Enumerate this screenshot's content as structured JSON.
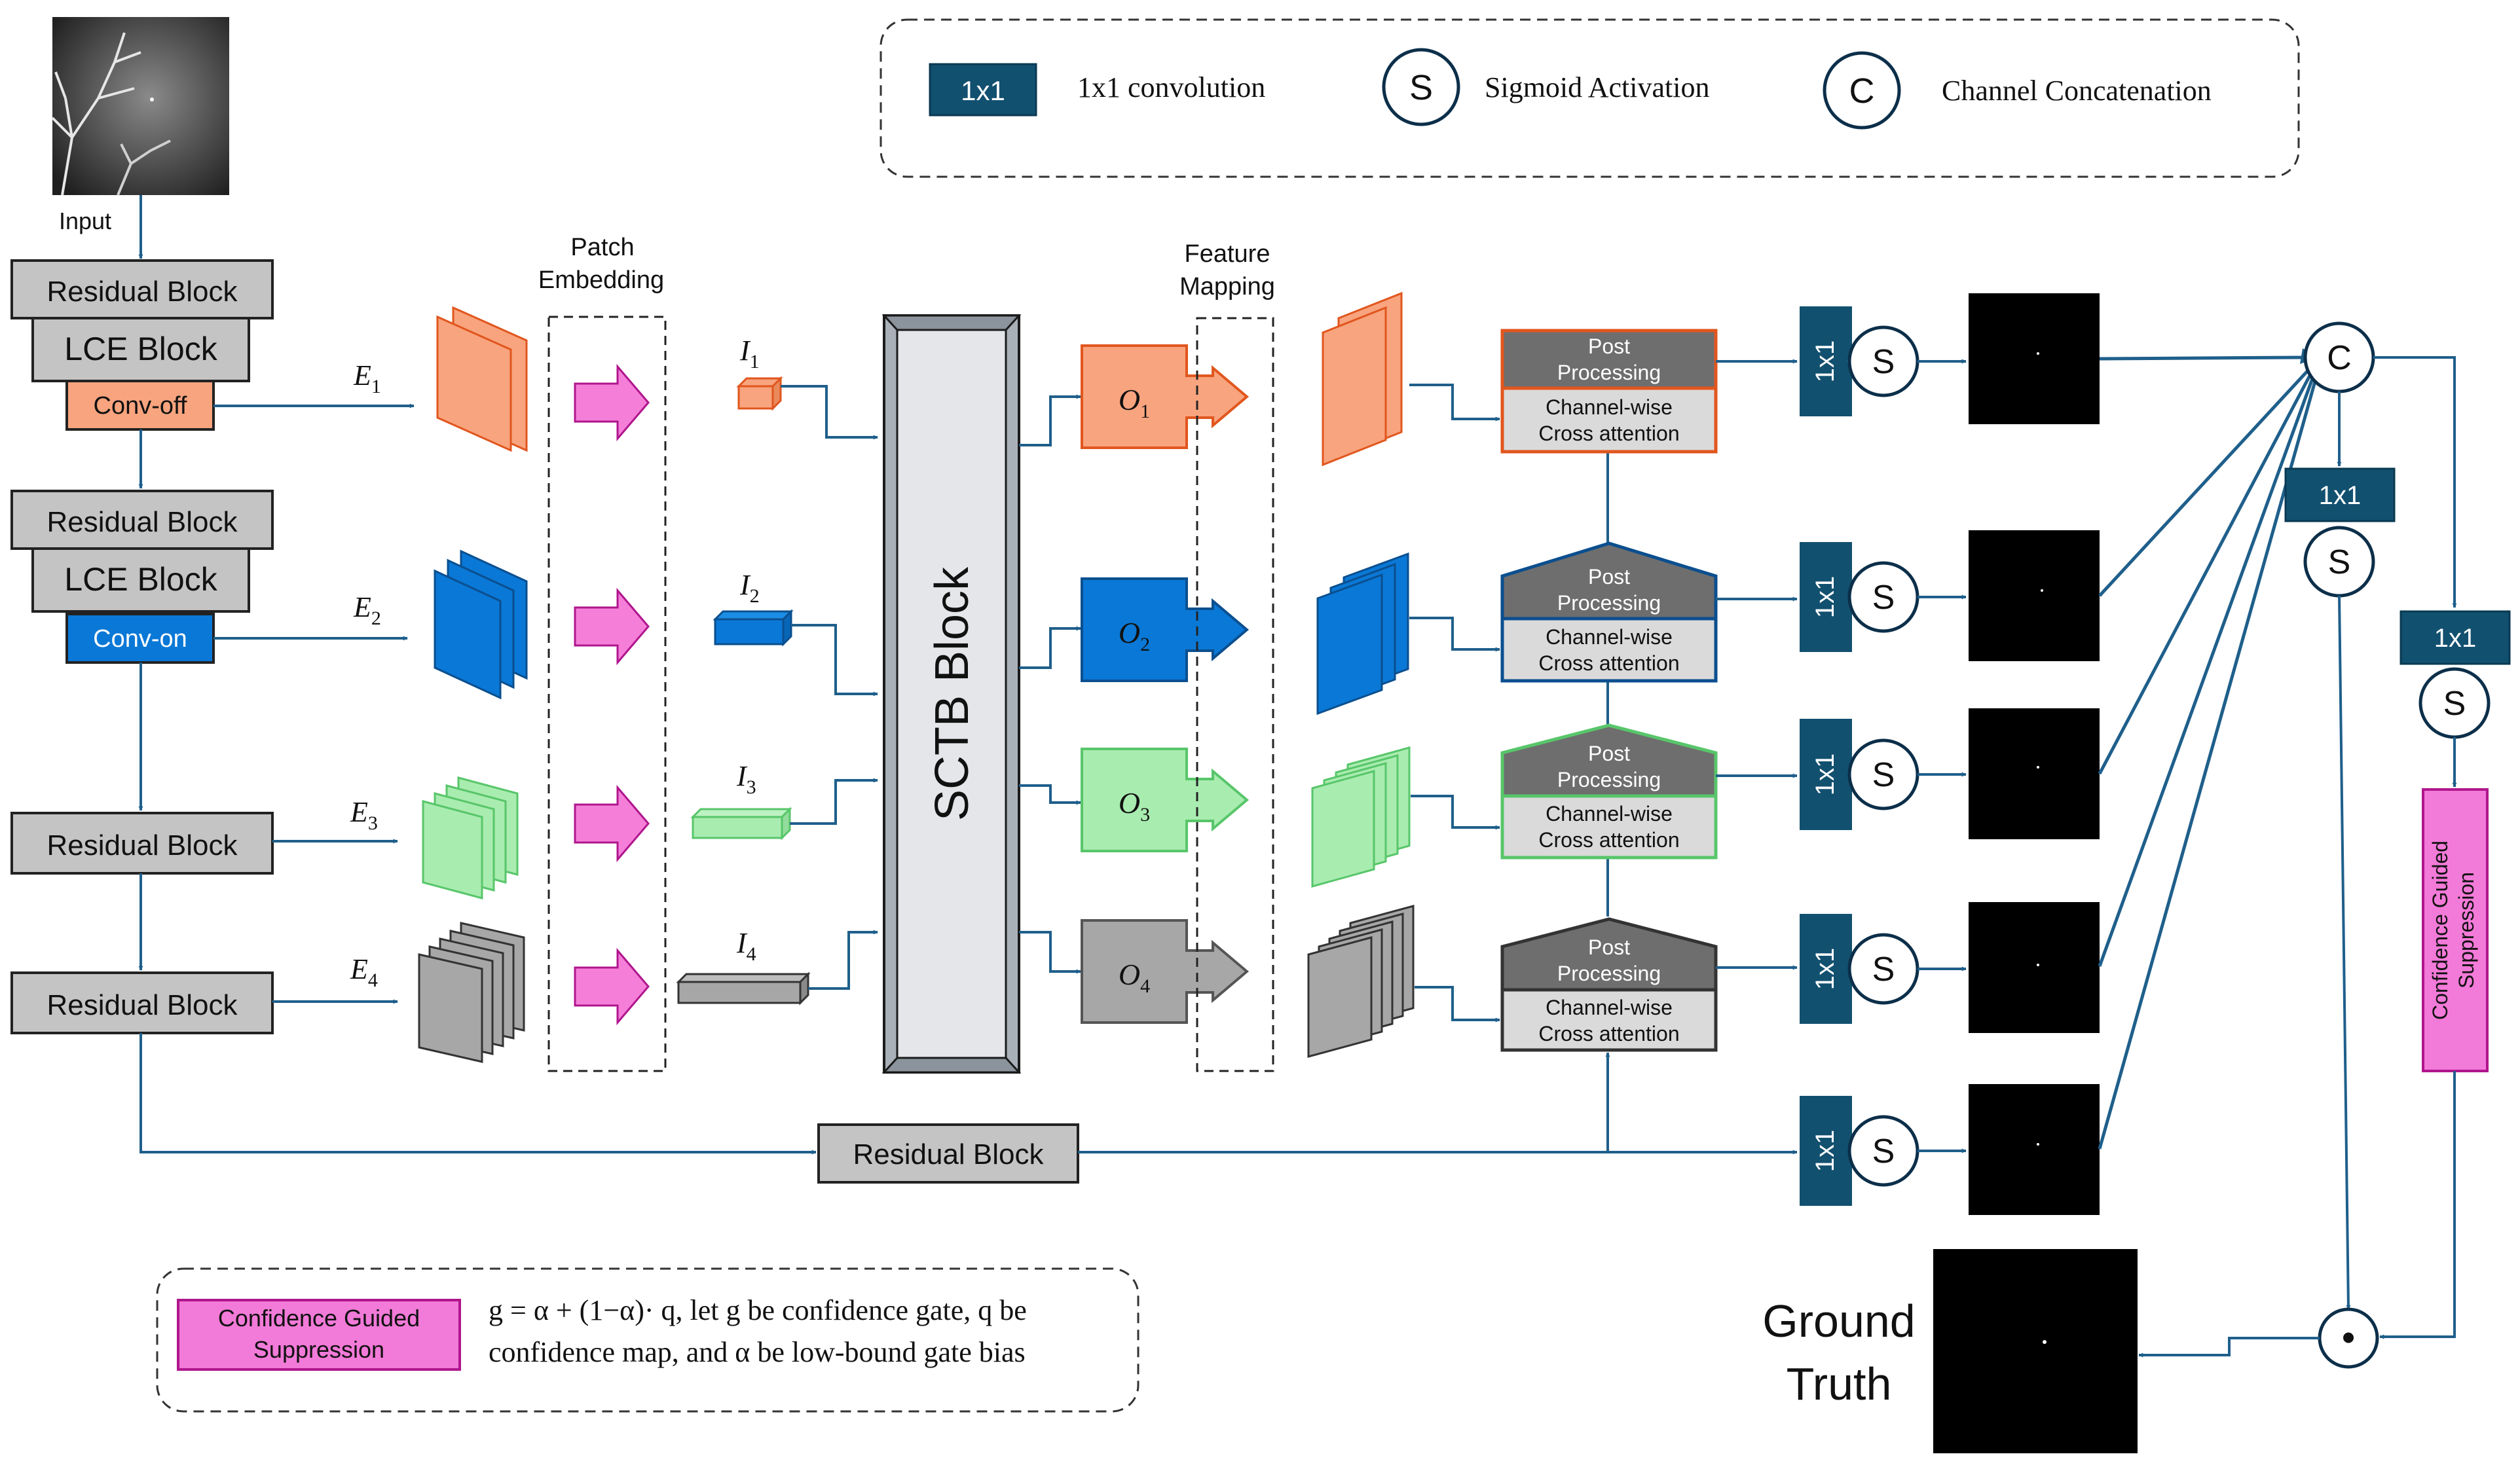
{
  "legend": {
    "conv_symbol": "1x1",
    "conv_label": "1x1 convolution",
    "sigmoid_symbol": "S",
    "sigmoid_label": "Sigmoid Activation",
    "concat_symbol": "C",
    "concat_label": "Channel Concatenation"
  },
  "input": {
    "label": "Input"
  },
  "encoder": {
    "residual_label": "Residual Block",
    "lce_label": "LCE Block",
    "conv_off_label": "Conv-off",
    "conv_on_label": "Conv-on",
    "stage_labels": [
      "E",
      "E",
      "E",
      "E"
    ],
    "stage_subs": [
      "1",
      "2",
      "3",
      "4"
    ]
  },
  "patch_embedding": {
    "line1": "Patch",
    "line2": "Embedding"
  },
  "tokens": {
    "labels": [
      "I",
      "I",
      "I",
      "I"
    ],
    "subs": [
      "1",
      "2",
      "3",
      "4"
    ]
  },
  "sctb": {
    "label": "SCTB Block"
  },
  "outputs": {
    "labels": [
      "O",
      "O",
      "O",
      "O"
    ],
    "subs": [
      "1",
      "2",
      "3",
      "4"
    ]
  },
  "feature_mapping": {
    "line1": "Feature",
    "line2": "Mapping"
  },
  "post": {
    "line1": "Post",
    "line2": "Processing",
    "ca_line1": "Channel-wise",
    "ca_line2": "Cross attention"
  },
  "heads": {
    "conv_label": "1x1",
    "sigmoid_label": "S"
  },
  "bottom_residual": {
    "label": "Residual Block"
  },
  "fusion": {
    "concat_label": "C",
    "conv_label": "1x1",
    "sigmoid_label": "S",
    "cgs_line1": "Confidence Guided",
    "cgs_line2": "Suppression",
    "multiply_label": "•"
  },
  "ground_truth": {
    "line1": "Ground",
    "line2": "Truth"
  },
  "formula_box": {
    "cgs_line1": "Confidence Guided",
    "cgs_line2": "Suppression",
    "line1": "g = α + (1−α)· q, let g be confidence gate, q be",
    "line2": "confidence map, and   α be low-bound gate bias"
  },
  "colors": {
    "line": "#1f5f8b",
    "dark_teal": "#12506f",
    "orange_fill": "#f8a47e",
    "orange_edge": "#e1561e",
    "blue_fill": "#0a78d6",
    "blue_edge": "#0b4f8f",
    "green_fill": "#a9ecb0",
    "green_edge": "#58c66a",
    "gray_fill": "#a7a7a7",
    "gray_edge": "#555555",
    "magenta_fill": "#f27ad8",
    "magenta_edge": "#b0168d",
    "block_fill": "#c4c4c4"
  }
}
